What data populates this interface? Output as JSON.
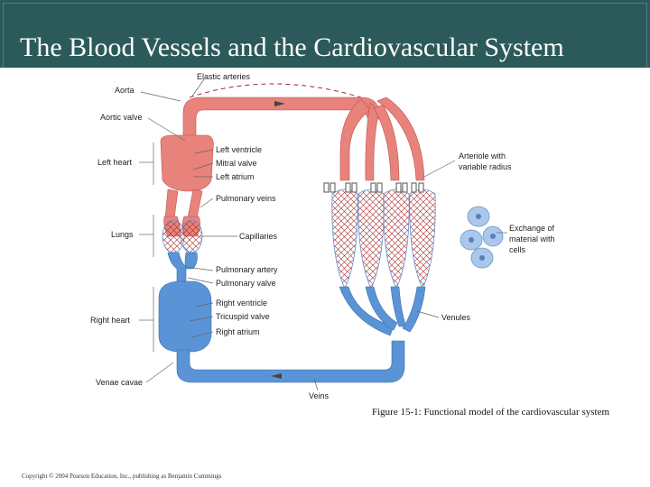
{
  "slide": {
    "title": "The Blood Vessels and the Cardiovascular System",
    "caption": "Figure 15-1: Functional model of the cardiovascular system",
    "copyright": "Copyright © 2004 Pearson Education, Inc., publishing as Benjamin Cummings"
  },
  "colors": {
    "title_bar": "#2c5a5a",
    "arterial": "#e8837c",
    "venous": "#5b94d6",
    "capillary_mesh": "#a52a2a",
    "cells": "#aac8ec"
  },
  "diagram": {
    "labels": {
      "elastic_arteries": "Elastic arteries",
      "aorta": "Aorta",
      "aortic_valve": "Aortic valve",
      "left_heart": "Left heart",
      "left_ventricle": "Left ventricle",
      "mitral_valve": "Mitral valve",
      "left_atrium": "Left atrium",
      "pulmonary_veins": "Pulmonary veins",
      "lungs": "Lungs",
      "capillaries": "Capillaries",
      "pulmonary_artery": "Pulmonary artery",
      "pulmonary_valve": "Pulmonary valve",
      "right_heart": "Right heart",
      "right_ventricle": "Right ventricle",
      "tricuspid_valve": "Tricuspid valve",
      "right_atrium": "Right atrium",
      "venae_cavae": "Venae cavae",
      "veins": "Veins",
      "venules": "Venules",
      "arteriole_1": "Arteriole with",
      "arteriole_2": "variable radius",
      "exchange_1": "Exchange of",
      "exchange_2": "material with",
      "exchange_3": "cells"
    }
  }
}
